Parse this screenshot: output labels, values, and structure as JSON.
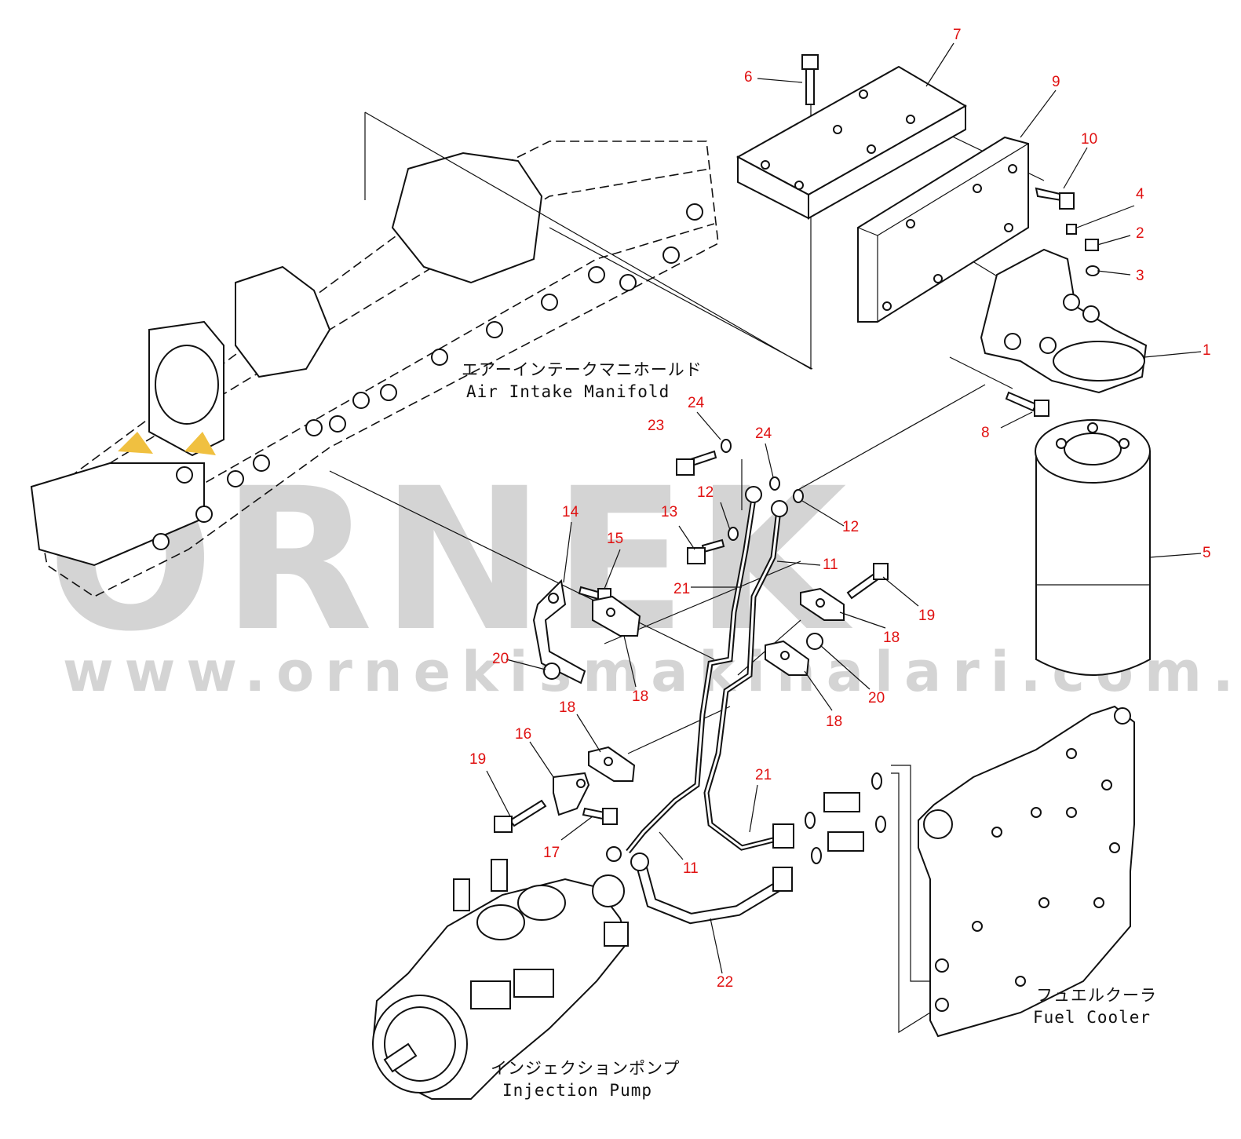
{
  "diagram": {
    "watermark": {
      "brand": "ORNEK",
      "url": "www.ornekismakinalari.com.tr"
    },
    "callouts": [
      "1",
      "2",
      "3",
      "4",
      "5",
      "6",
      "7",
      "8",
      "9",
      "10",
      "11",
      "11",
      "12",
      "12",
      "13",
      "14",
      "15",
      "16",
      "17",
      "18",
      "18",
      "18",
      "18",
      "19",
      "19",
      "20",
      "20",
      "21",
      "21",
      "22",
      "23",
      "24",
      "24"
    ],
    "labels": {
      "air_intake_jp": "エアーインテークマニホールド",
      "air_intake_en": "Air Intake Manifold",
      "fuel_cooler_jp": "フュエルクーラ",
      "fuel_cooler_en": "Fuel Cooler",
      "injection_pump_jp": "インジェクションポンプ",
      "injection_pump_en": "Injection Pump"
    },
    "colors": {
      "callout": "#e01010",
      "linework": "#111111",
      "watermark": "#d4d4d4",
      "accent_mark": "#f0c040"
    }
  }
}
